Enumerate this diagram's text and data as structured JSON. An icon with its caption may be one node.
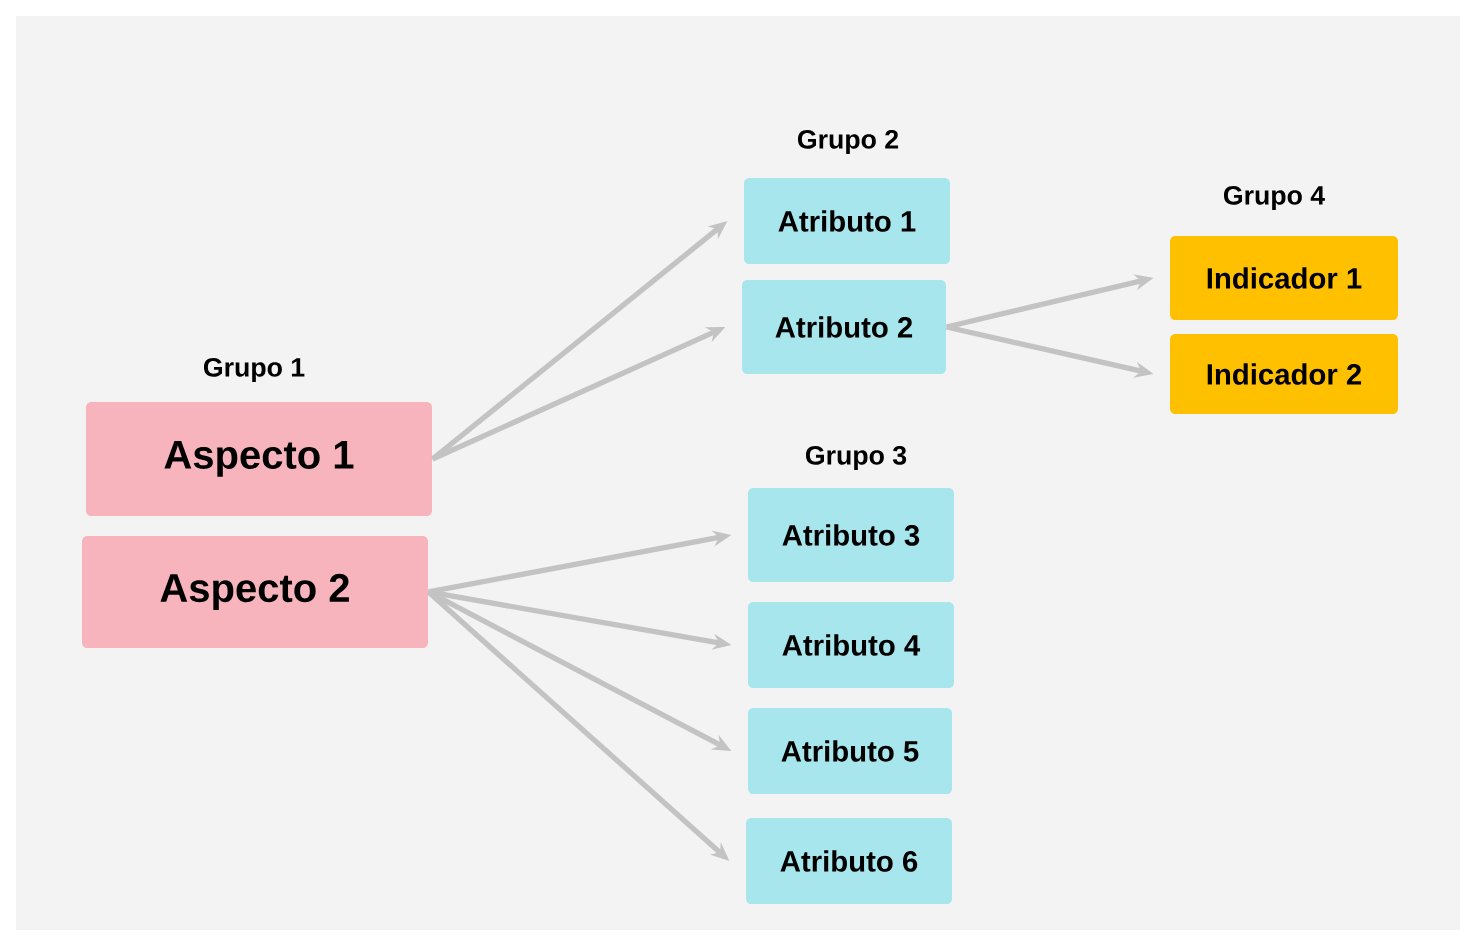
{
  "diagram": {
    "nodes": [
      {
        "text": [
          "Aspecto 1"
        ]
      },
      {
        "text": [
          "Aspecto 2"
        ]
      },
      {
        "text": [
          "Atributo 1"
        ]
      },
      {
        "text": [
          "Atributo 2"
        ]
      },
      {
        "text": [
          "Atributo 3"
        ]
      },
      {
        "text": [
          "Atributo 4"
        ]
      },
      {
        "text": [
          "Atributo 5"
        ]
      },
      {
        "text": [
          "Atributo 6"
        ]
      },
      {
        "text": [
          "Indicador 1"
        ]
      },
      {
        "text": [
          "Indicador 2"
        ]
      }
    ],
    "edges": [
      {
        "from": 0,
        "to": 2,
        "arrow": "to"
      },
      {
        "from": 0,
        "to": 3,
        "arrow": "to"
      },
      {
        "from": 1,
        "to": 4,
        "arrow": "to"
      },
      {
        "from": 1,
        "to": 5,
        "arrow": "to"
      },
      {
        "from": 1,
        "to": 6,
        "arrow": "to"
      },
      {
        "from": 1,
        "to": 7,
        "arrow": "to"
      },
      {
        "from": 3,
        "to": 8,
        "arrow": "to"
      },
      {
        "from": 3,
        "to": 9,
        "arrow": "to"
      }
    ],
    "labels": [
      "Grupo 1",
      "Grupo 2",
      "Grupo 3",
      "Grupo 4"
    ]
  }
}
